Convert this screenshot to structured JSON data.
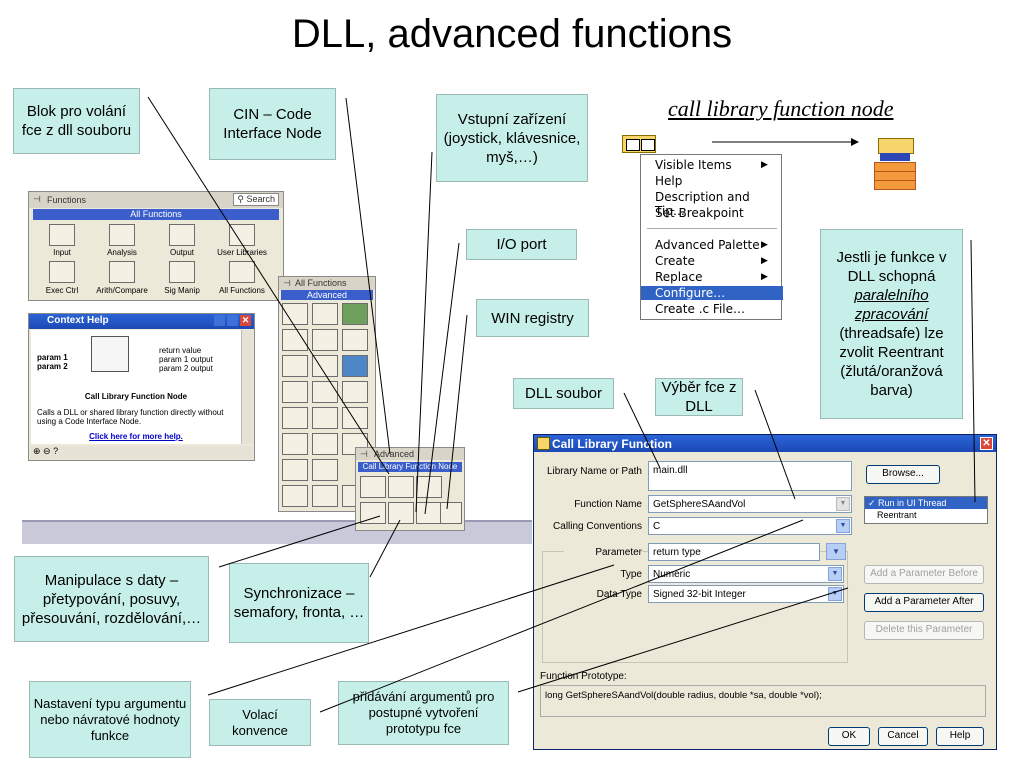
{
  "slide": {
    "title": "DLL, advanced functions"
  },
  "notes": {
    "blok": "Blok pro volání fce z dll souboru",
    "cin": "CIN – Code Interface Node",
    "vstupni": "Vstupní zařízení (joystick, klávesnice, myš,…)",
    "io": "I/O port",
    "win": "WIN registry",
    "dll_soubor": "DLL soubor",
    "vyber_fce": "Výběr fce z DLL",
    "jestli_pre": "Jestli je funkce v DLL schopná",
    "jestli_u1": "paralelního",
    "jestli_u2": "zpracování",
    "jestli_post": "(threadsafe) lze zvolit Reentrant (žlutá/oranžová barva)",
    "manipulace": "Manipulace s daty – přetypování, posuvy, přesouvání, rozdělování,…",
    "synchronizace": "Synchronizace – semafory, fronta, …",
    "nastaveni": "Nastavení typu argumentu nebo návratové hodnoty funkce",
    "volaci": "Volací konvence",
    "pridavani": "přidávání argumentů pro postupné vytvoření prototypu fce"
  },
  "cln_label": "call library function node",
  "context_menu": {
    "items": [
      "Visible Items",
      "Help",
      "Description and Tip…",
      "Set Breakpoint",
      "Advanced Palette",
      "Create",
      "Replace",
      "Configure…",
      "Create .c File…"
    ],
    "selected": "Configure…"
  },
  "functions_palette": {
    "header": "Functions",
    "search": "Search",
    "subheader": "All Functions",
    "labels": [
      "Input",
      "Analysis",
      "Output",
      "User Libraries",
      "Exec Ctrl",
      "Arith/Compare",
      "Sig Manip",
      "All Functions"
    ]
  },
  "all_functions_palette": {
    "header": "All Functions",
    "subheader": "Advanced"
  },
  "advanced_palette": {
    "header": "Advanced",
    "subheader": "Call Library Function Node"
  },
  "context_help": {
    "title": "Context Help",
    "param1": "param 1",
    "param2": "param 2",
    "ret": "return value",
    "out1": "param 1 output",
    "out2": "param 2 output",
    "heading": "Call Library Function Node",
    "desc": "Calls a DLL or shared library function directly without using a Code Interface Node.",
    "link": "Click here for more help."
  },
  "dialog": {
    "title": "Call Library Function",
    "library_label": "Library Name or Path",
    "library_value": "main.dll",
    "browse": "Browse...",
    "function_label": "Function Name",
    "function_value": "GetSphereSAandVol",
    "thread_options": [
      "Run in UI Thread",
      "Reentrant"
    ],
    "thread_selected": "Run in UI Thread",
    "conv_label": "Calling Conventions",
    "conv_value": "C",
    "param_label": "Parameter",
    "param_value": "return type",
    "type_label": "Type",
    "type_value": "Numeric",
    "dtype_label": "Data Type",
    "dtype_value": "Signed 32-bit Integer",
    "add_before": "Add a Parameter Before",
    "add_after": "Add a Parameter After",
    "delete": "Delete this Parameter",
    "proto_label": "Function Prototype:",
    "proto_value": "long GetSphereSAandVol(double radius, double *sa, double *vol);",
    "ok": "OK",
    "cancel": "Cancel",
    "help": "Help"
  },
  "colors": {
    "note_bg": "#c6efe9",
    "title_bar": "#2b64d6",
    "selection": "#3163c5"
  }
}
